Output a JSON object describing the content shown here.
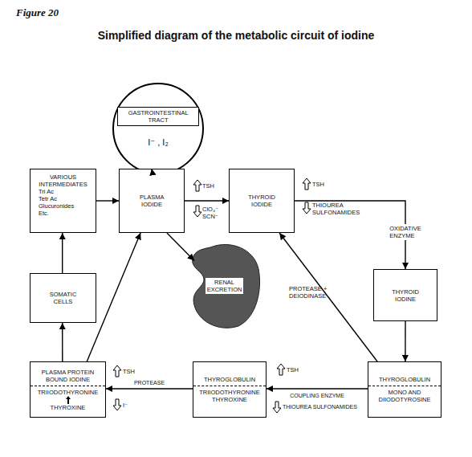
{
  "diagram": {
    "title": "Simplified diagram of the metabolic circuit of iodine",
    "nodes": [
      {
        "text": [
          "I⁻ , I₂"
        ]
      },
      {
        "text": [
          "GASTROINTESTINAL TRACT"
        ],
        "in": 0
      },
      {
        "text": [
          "VARIOUS INTERMEDIATES",
          "Tri Ac",
          "Tetr Ac",
          "Glucuronides",
          "Etc."
        ]
      },
      {
        "text": [
          "PLASMA IODIDE"
        ]
      },
      {
        "text": [
          "THYROID IODIDE"
        ]
      },
      {
        "text": [
          "RENAL EXCRETION"
        ]
      },
      {
        "text": [
          "SOMATIC CELLS"
        ]
      },
      {
        "text": [
          "THYROID IODINE"
        ]
      },
      {
        "text": [
          "PLASMA PROTEIN BOUND IODINE",
          "TRIIODOTHYRONINE",
          "THYROXINE"
        ]
      },
      {
        "text": [
          "THYROGLOBULIN",
          "TRIIODOTHYRONINE THYROXINE"
        ]
      },
      {
        "text": [
          "THYROGLOBULIN",
          "MONO AND DIIODOTYROSINE"
        ]
      }
    ],
    "edges": [
      {
        "from": 0,
        "to": 3,
        "arrow": "to"
      },
      {
        "from": 2,
        "to": 3,
        "arrow": "to"
      },
      {
        "from": 3,
        "to": 4,
        "arrow": "to"
      },
      {
        "from": 4,
        "to": 7,
        "label": "OXIDATIVE ENZYME",
        "arrow": "to"
      },
      {
        "from": 7,
        "to": 10,
        "arrow": "to"
      },
      {
        "from": 10,
        "to": 9,
        "label": "COUPLING ENZYME",
        "arrow": "to"
      },
      {
        "from": 10,
        "to": 4,
        "label": "PROTEASE + DEIODINASE",
        "arrow": "to"
      },
      {
        "from": 9,
        "to": 8,
        "label": "PROTEASE",
        "arrow": "to"
      },
      {
        "from": 8,
        "to": 6,
        "arrow": "to"
      },
      {
        "from": 6,
        "to": 2,
        "arrow": "to"
      },
      {
        "from": 8,
        "to": 3,
        "arrow": "to"
      },
      {
        "from": 3,
        "to": 5,
        "arrow": "to"
      }
    ],
    "labels": [
      "Figure 20",
      "TSH",
      "ClO₄⁻ SCN⁻",
      "TSH",
      "THIOUREA SULFONAMIDES",
      "TSH",
      "I⁻",
      "TSH",
      "THIOUREA SULFONAMIDES"
    ]
  }
}
